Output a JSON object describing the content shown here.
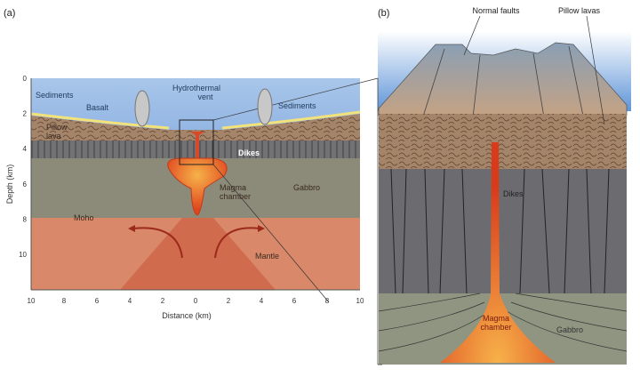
{
  "panel_a": {
    "tag": "(a)",
    "x_axis_label": "Distance (km)",
    "y_axis_label": "Depth (km)",
    "x_ticks": [
      "10",
      "8",
      "6",
      "4",
      "2",
      "0",
      "2",
      "4",
      "6",
      "8",
      "10"
    ],
    "y_ticks": [
      "0",
      "2",
      "4",
      "6",
      "8",
      "10"
    ],
    "labels": {
      "sediments_left": "Sediments",
      "basalt": "Basalt",
      "pillow_lava_1": "Pillow",
      "pillow_lava_2": "lava",
      "hydrothermal_1": "Hydrothermal",
      "hydrothermal_2": "vent",
      "sediments_right": "Sediments",
      "dikes": "Dikes",
      "magma_1": "Magma",
      "magma_2": "chamber",
      "gabbro": "Gabbro",
      "moho": "Moho",
      "mantle": "Mantle"
    }
  },
  "panel_b": {
    "tag": "(b)",
    "labels": {
      "normal_faults": "Normal faults",
      "pillow_lavas": "Pillow lavas",
      "dikes": "Dikes",
      "magma_1": "Magma",
      "magma_2": "chamber",
      "gabbro": "Gabbro"
    }
  },
  "colors": {
    "water": "#5b8fd6",
    "pillow": "#a08468",
    "dikes": "#6e6e70",
    "gabbro": "#8c8a78",
    "mantle": "#d9896a",
    "magma": "#e0461e"
  }
}
